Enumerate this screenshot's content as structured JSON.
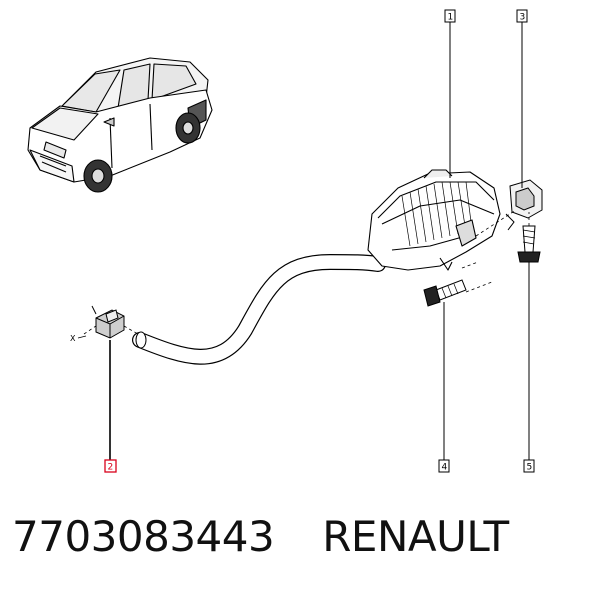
{
  "callouts": [
    {
      "id": "1",
      "active": false
    },
    {
      "id": "2",
      "active": true
    },
    {
      "id": "3",
      "active": false
    },
    {
      "id": "4",
      "active": false
    },
    {
      "id": "5",
      "active": false
    }
  ],
  "axis_marker": "X",
  "part_number": "7703083443",
  "brand": "RENAULT",
  "colors": {
    "highlight": "#d9001b",
    "line": "#000000"
  }
}
